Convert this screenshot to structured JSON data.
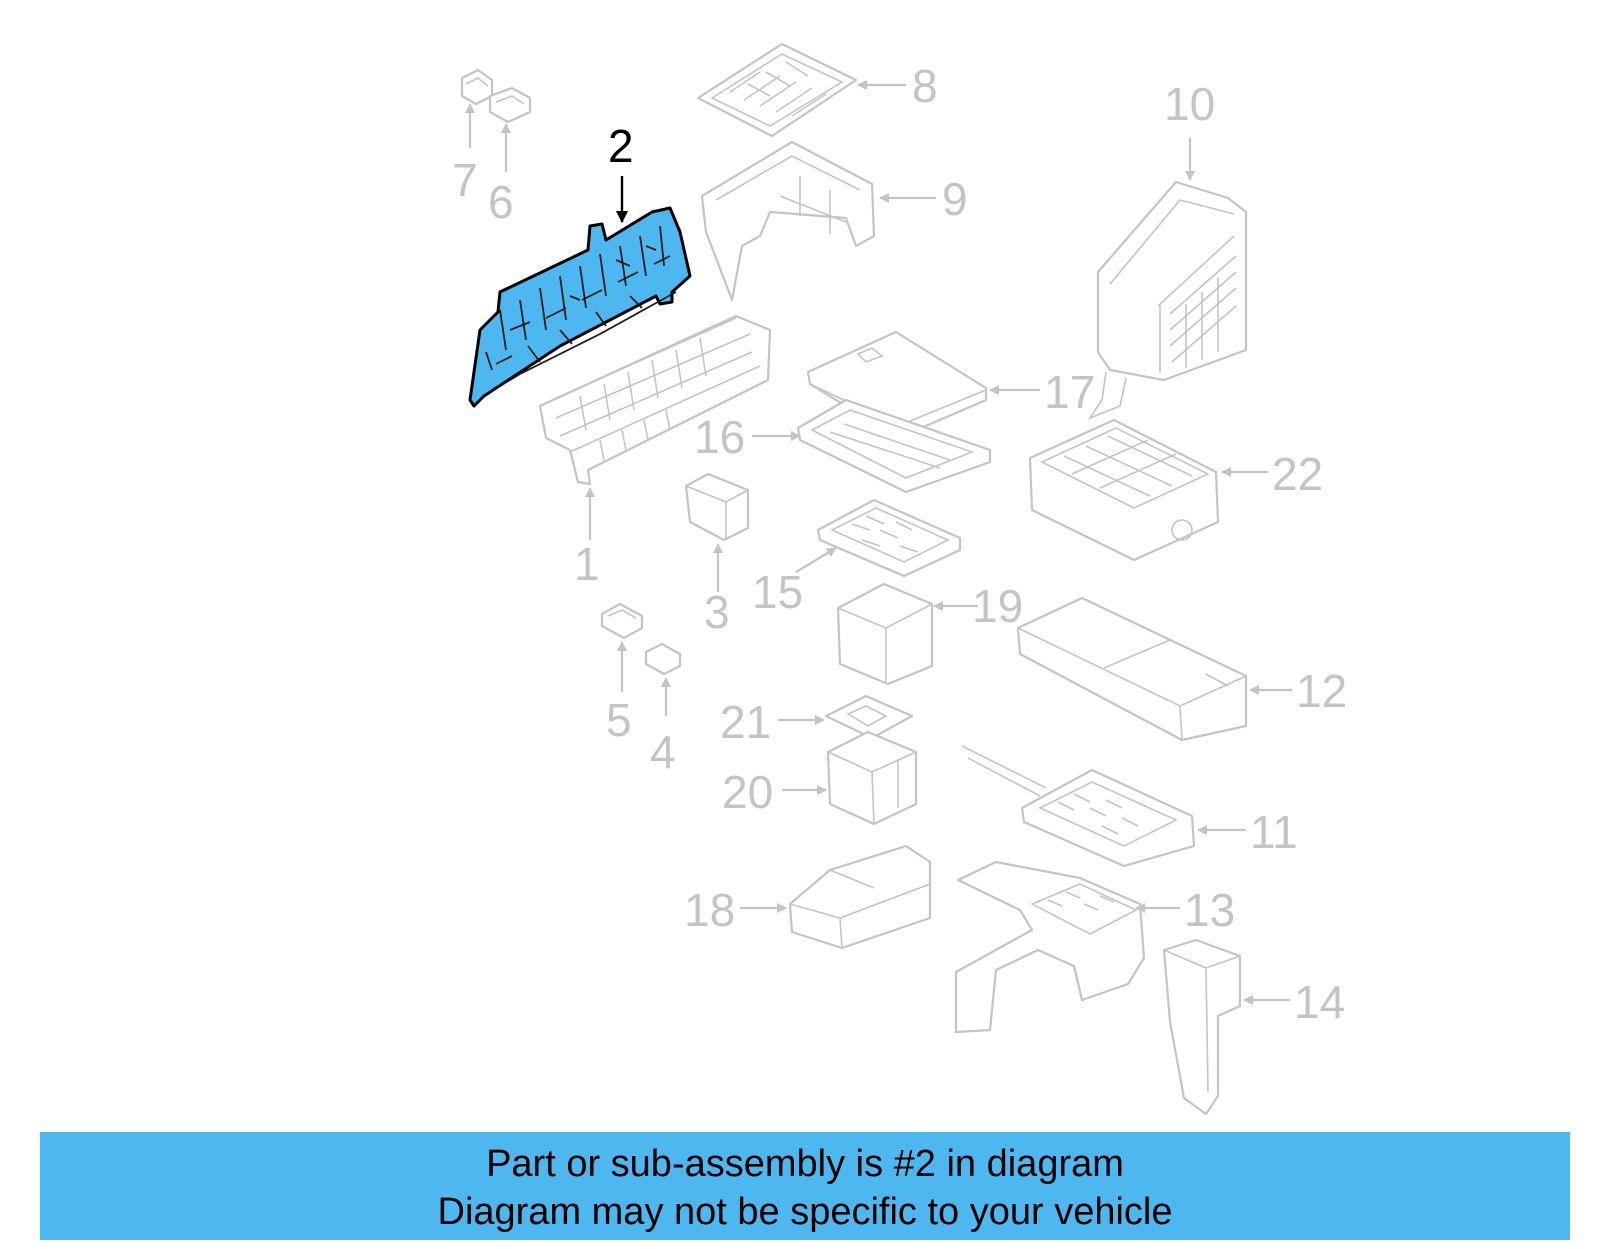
{
  "highlight_color": "#4db8f0",
  "muted_color": "#c4c4c4",
  "callouts": {
    "n1": "1",
    "n2": "2",
    "n3": "3",
    "n4": "4",
    "n5": "5",
    "n6": "6",
    "n7": "7",
    "n8": "8",
    "n9": "9",
    "n10": "10",
    "n11": "11",
    "n12": "12",
    "n13": "13",
    "n14": "14",
    "n15": "15",
    "n16": "16",
    "n17": "17",
    "n18": "18",
    "n19": "19",
    "n20": "20",
    "n21": "21",
    "n22": "22"
  },
  "banner": {
    "line1": "Part or sub-assembly is #2 in diagram",
    "line2": "Diagram may not be specific to your vehicle"
  }
}
